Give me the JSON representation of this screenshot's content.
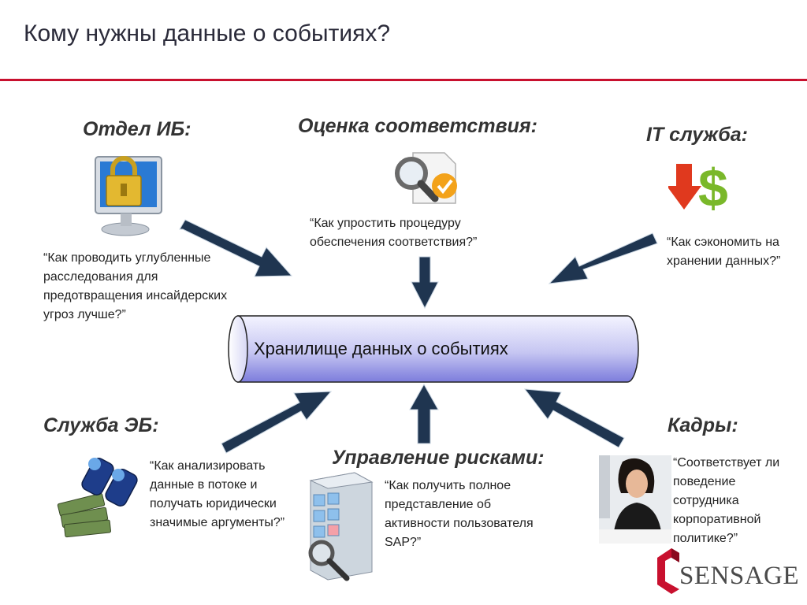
{
  "title": "Кому нужны данные о событиях?",
  "center": {
    "label": "Хранилище данных о событиях"
  },
  "consumers": {
    "ib": {
      "heading": "Отдел ИБ:",
      "question": "“Как проводить углубленные расследования для предотвращения инсайдерских угроз лучше?”",
      "icon": "monitor-lock-icon"
    },
    "compliance": {
      "heading": "Оценка соответствия:",
      "question": "“Как упростить процедуру обеспечения соответствия?”",
      "icon": "magnifier-check-icon"
    },
    "it": {
      "heading": "IT служба:",
      "question": "“Как сэкономить на хранении данных?”",
      "icon": "down-arrow-dollar-icon"
    },
    "eb": {
      "heading": "Служба ЭБ:",
      "question": "“Как анализировать данные в потоке и получать юридически значимые аргументы?”",
      "icon": "binoculars-money-icon"
    },
    "risk": {
      "heading": "Управление рисками:",
      "question": "“Как получить полное представление об активности пользователя SAP?”",
      "icon": "server-magnifier-icon"
    },
    "hr": {
      "heading": "Кадры:",
      "question": "“Соответствует ли поведение сотрудника корпоративной политике?”",
      "icon": "employee-photo-icon"
    }
  },
  "logo": {
    "text": "SENSAGE"
  },
  "colors": {
    "accent_rule": "#c8102e",
    "arrow": "#1f3550",
    "store_fill_dark": "#8080e0",
    "store_fill_light": "#f2f2ff"
  }
}
